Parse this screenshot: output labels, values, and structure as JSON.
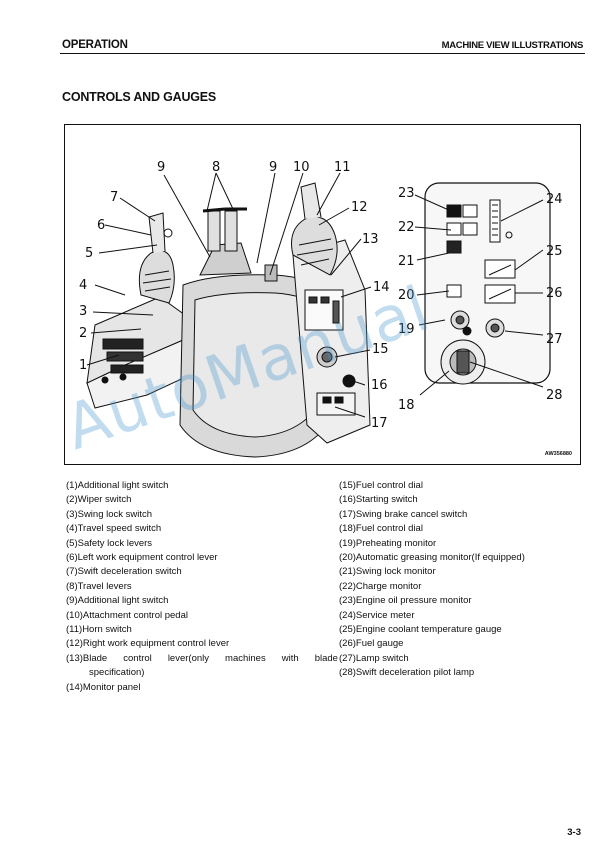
{
  "header": {
    "section": "OPERATION",
    "chapter": "MACHINE VIEW ILLUSTRATIONS"
  },
  "title": "CONTROLS AND GAUGES",
  "figure": {
    "code": "AW356880",
    "callouts": [
      "1",
      "2",
      "3",
      "4",
      "5",
      "6",
      "7",
      "8",
      "9",
      "9",
      "10",
      "11",
      "12",
      "13",
      "14",
      "15",
      "16",
      "17",
      "18",
      "19",
      "20",
      "21",
      "22",
      "23",
      "24",
      "25",
      "26",
      "27",
      "28"
    ]
  },
  "legend_left": [
    "(1)Additional light switch",
    "(2)Wiper switch",
    "(3)Swing lock switch",
    "(4)Travel speed switch",
    "(5)Safety lock levers",
    "(6)Left work equipment control lever",
    "(7)Swift deceleration switch",
    "(8)Travel levers",
    "(9)Additional light switch",
    "(10)Attachment control pedal",
    "(11)Horn switch",
    "(12)Right work equipment control lever",
    "(13)Blade control lever(only machines with blade specification)",
    "(14)Monitor panel"
  ],
  "legend_left_13": {
    "a": "(13)Blade",
    "b": "control",
    "c": "lever(only",
    "d": "machines",
    "e": "with",
    "f": "blade",
    "g": "specification)"
  },
  "legend_right": [
    "(15)Fuel control dial",
    "(16)Starting switch",
    "(17)Swing brake cancel switch",
    "(18)Fuel control dial",
    "(19)Preheating monitor",
    "(20)Automatic greasing monitor(If equipped)",
    "(21)Swing lock monitor",
    "(22)Charge monitor",
    "(23)Engine oil pressure monitor",
    "(24)Service meter",
    "(25)Engine coolant temperature gauge",
    "(26)Fuel gauge",
    "(27)Lamp switch",
    "(28)Swift deceleration pilot lamp"
  ],
  "watermark": "AutoManual",
  "page_number": "3-3"
}
